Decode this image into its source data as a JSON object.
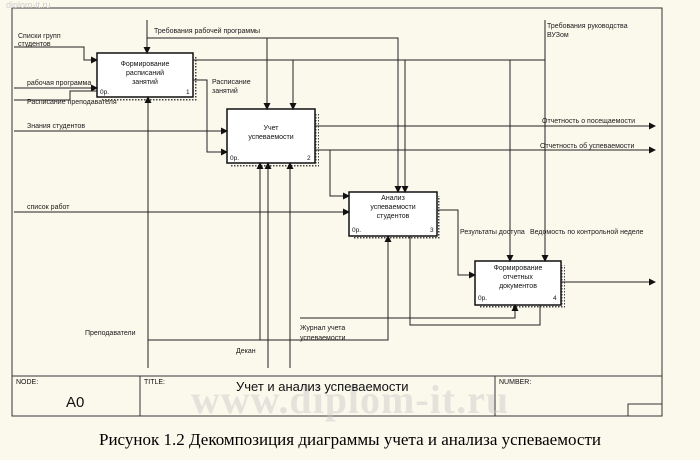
{
  "watermark": {
    "top": "diplom-it.ru",
    "big": "www.diplom-it.ru"
  },
  "boxes": [
    {
      "title": "Формирование расписаний занятий",
      "cost": "0р.",
      "num": "1"
    },
    {
      "title": "Учет успеваемости",
      "cost": "0р.",
      "num": "2"
    },
    {
      "title": "Анализ успеваемости студентов",
      "cost": "0р.",
      "num": "3"
    },
    {
      "title": "Формирование отчетных документов",
      "cost": "0р.",
      "num": "4"
    }
  ],
  "arrows": {
    "inputs": {
      "student_groups": "Списки групп студентов",
      "work_program": "рабочая программа",
      "teacher_schedule": "Расписание преподавателя",
      "student_knowledge": "Знания студентов",
      "work_list": "список работ"
    },
    "controls": {
      "work_program_req": "Требования рабочей программы",
      "university_req": "Требования руководства ВУЗом"
    },
    "outputs": {
      "class_schedule": "Расписание занятий",
      "attendance_report": "Отчетность о посещаемости",
      "performance_report": "Отчетность об успеваемости",
      "access_results": "Результаты доступа",
      "control_week_sheet": "Ведомость по контрольной неделе"
    },
    "mechanisms": {
      "teachers": "Преподаватели",
      "dean": "Декан",
      "performance_journal": "Журнал учета успеваемости"
    }
  },
  "frame": {
    "node_label": "NODE:",
    "node_value": "A0",
    "title_label": "TITLE:",
    "title_value": "Учет и анализ  успеваемости",
    "number_label": "NUMBER:"
  },
  "caption": "Рисунок 1.2 Декомпозиция  диаграммы учета и анализа успеваемости"
}
